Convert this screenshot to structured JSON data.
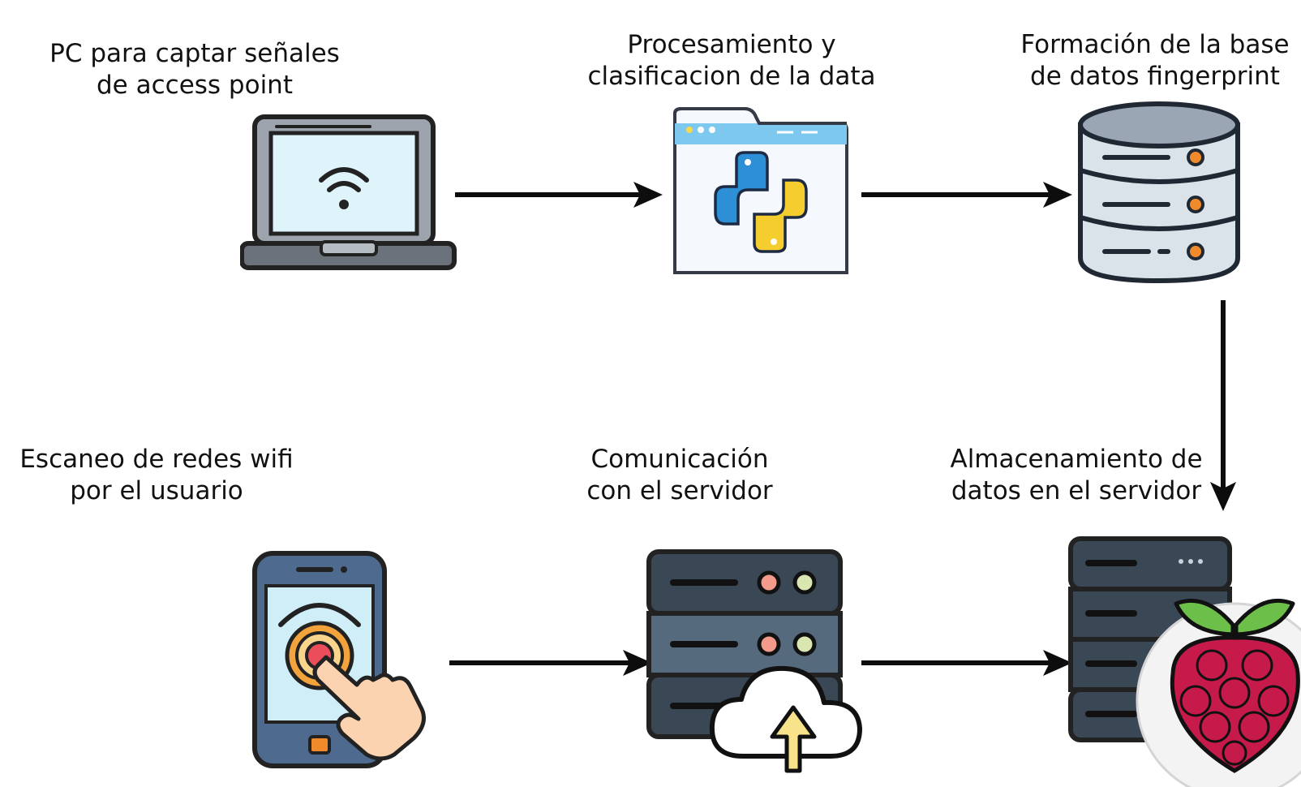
{
  "nodes": {
    "pc": {
      "icon": "laptop-wifi-icon",
      "label_line1": "PC para captar señales",
      "label_line2": "de access point"
    },
    "processing": {
      "icon": "python-window-icon",
      "label_line1": "Procesamiento y",
      "label_line2": "clasificacion de la data"
    },
    "database": {
      "icon": "database-icon",
      "label_line1": "Formación de la base",
      "label_line2": "de datos fingerprint"
    },
    "scan": {
      "icon": "smartphone-touch-icon",
      "label_line1": "Escaneo de redes wifi",
      "label_line2": "por el usuario"
    },
    "communication": {
      "icon": "server-cloud-upload-icon",
      "label_line1": "Comunicación",
      "label_line2": "con el servidor"
    },
    "storage": {
      "icon": "raspberry-pi-server-icon",
      "label_line1": "Almacenamiento de",
      "label_line2": "datos en el servidor"
    }
  },
  "edges": [
    {
      "from": "pc",
      "to": "processing"
    },
    {
      "from": "processing",
      "to": "database"
    },
    {
      "from": "database",
      "to": "storage"
    },
    {
      "from": "scan",
      "to": "communication"
    },
    {
      "from": "communication",
      "to": "storage"
    }
  ]
}
